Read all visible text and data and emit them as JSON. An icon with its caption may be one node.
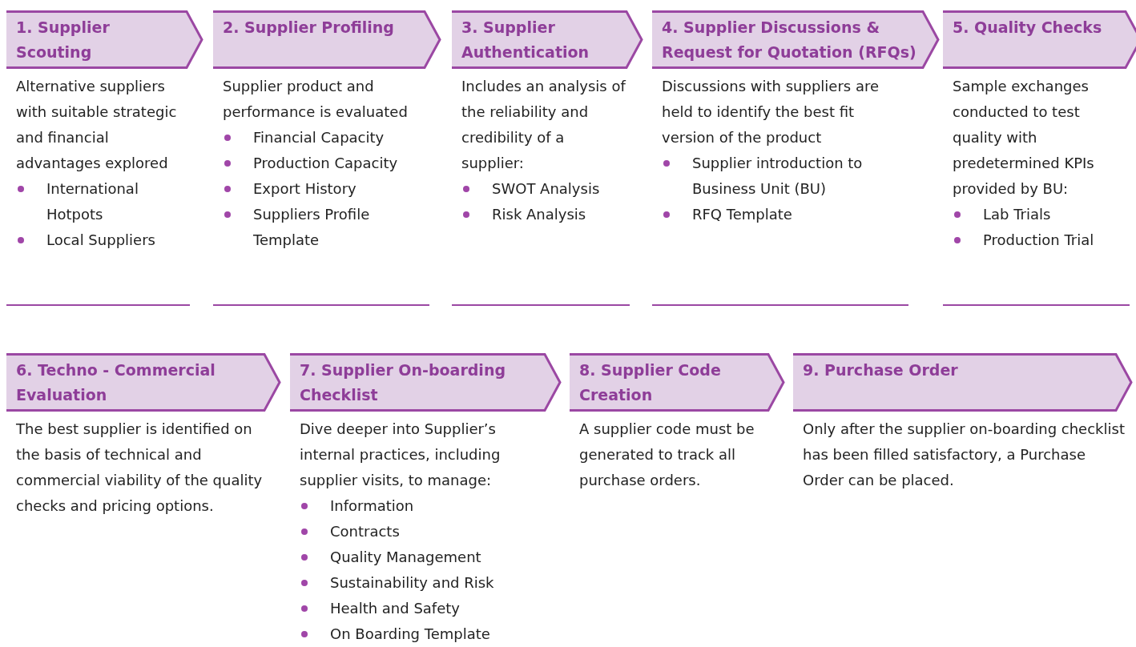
{
  "diagram": {
    "nodes": [
      {
        "text": [
          "1. Supplier Scouting",
          "Alternative suppliers with suitable strategic and financial advantages explored",
          "International Hotpots",
          "Local Suppliers"
        ]
      },
      {
        "text": [
          "2. Supplier Profiling",
          "Supplier product and performance is evaluated",
          "Financial Capacity",
          "Production Capacity",
          "Export History",
          "Suppliers Profile Template"
        ]
      },
      {
        "text": [
          "3. Supplier Authentication",
          "Includes an analysis of the reliability and credibility of a supplier:",
          "SWOT Analysis",
          "Risk Analysis"
        ]
      },
      {
        "text": [
          "4. Supplier Discussions & Request for Quotation (RFQs)",
          "Discussions with suppliers are held to identify the best fit version of the product",
          "Supplier introduction to Business Unit (BU)",
          "RFQ Template"
        ]
      },
      {
        "text": [
          "5. Quality Checks",
          "Sample exchanges conducted to test quality with predetermined KPIs provided by BU:",
          "Lab Trials",
          "Production Trial"
        ]
      },
      {
        "text": [
          "6. Techno - Commercial Evaluation",
          "The best supplier is identified on the basis of technical and commercial viability of the quality checks and pricing options."
        ]
      },
      {
        "text": [
          "7. Supplier On-boarding Checklist",
          "Dive deeper into Supplier’s internal practices, including supplier visits, to manage:",
          "Information",
          "Contracts",
          "Quality Management",
          "Sustainability and Risk",
          "Health and Safety",
          "On Boarding Template"
        ]
      },
      {
        "text": [
          "8. Supplier Code Creation",
          "A supplier code must be generated to track all purchase orders."
        ]
      },
      {
        "text": [
          "9. Purchase Order",
          "Only after the supplier on-boarding checklist has been filled satisfactory, a Purchase Order can be placed."
        ]
      }
    ]
  }
}
